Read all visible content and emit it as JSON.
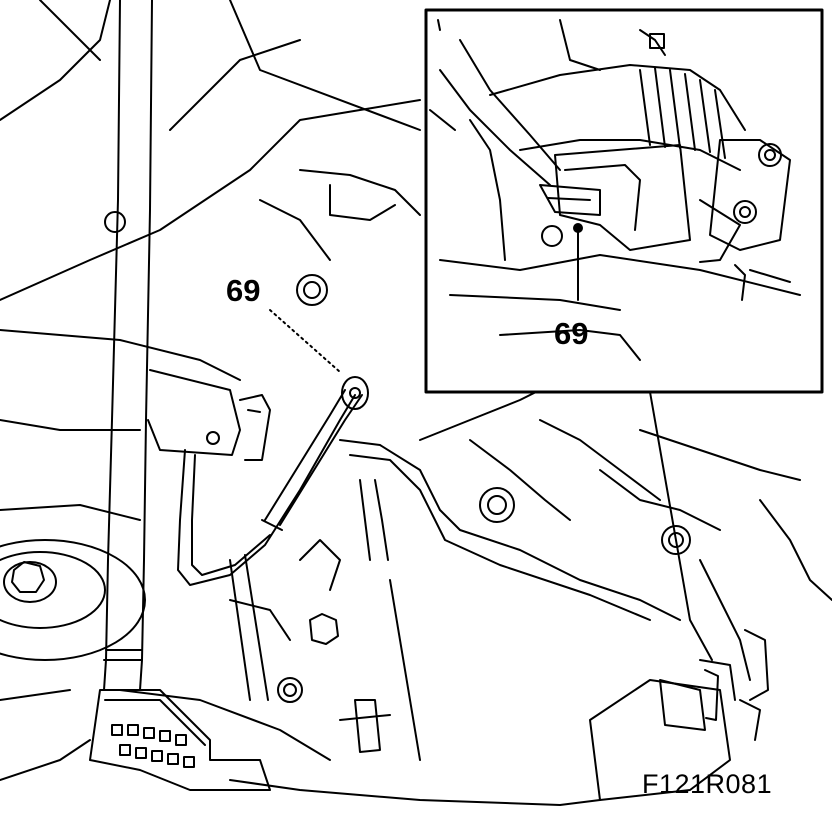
{
  "figure": {
    "main_callout": "69",
    "inset_callout": "69",
    "figure_code": "F121R081"
  },
  "colors": {
    "line": "#000000",
    "background": "#ffffff"
  }
}
